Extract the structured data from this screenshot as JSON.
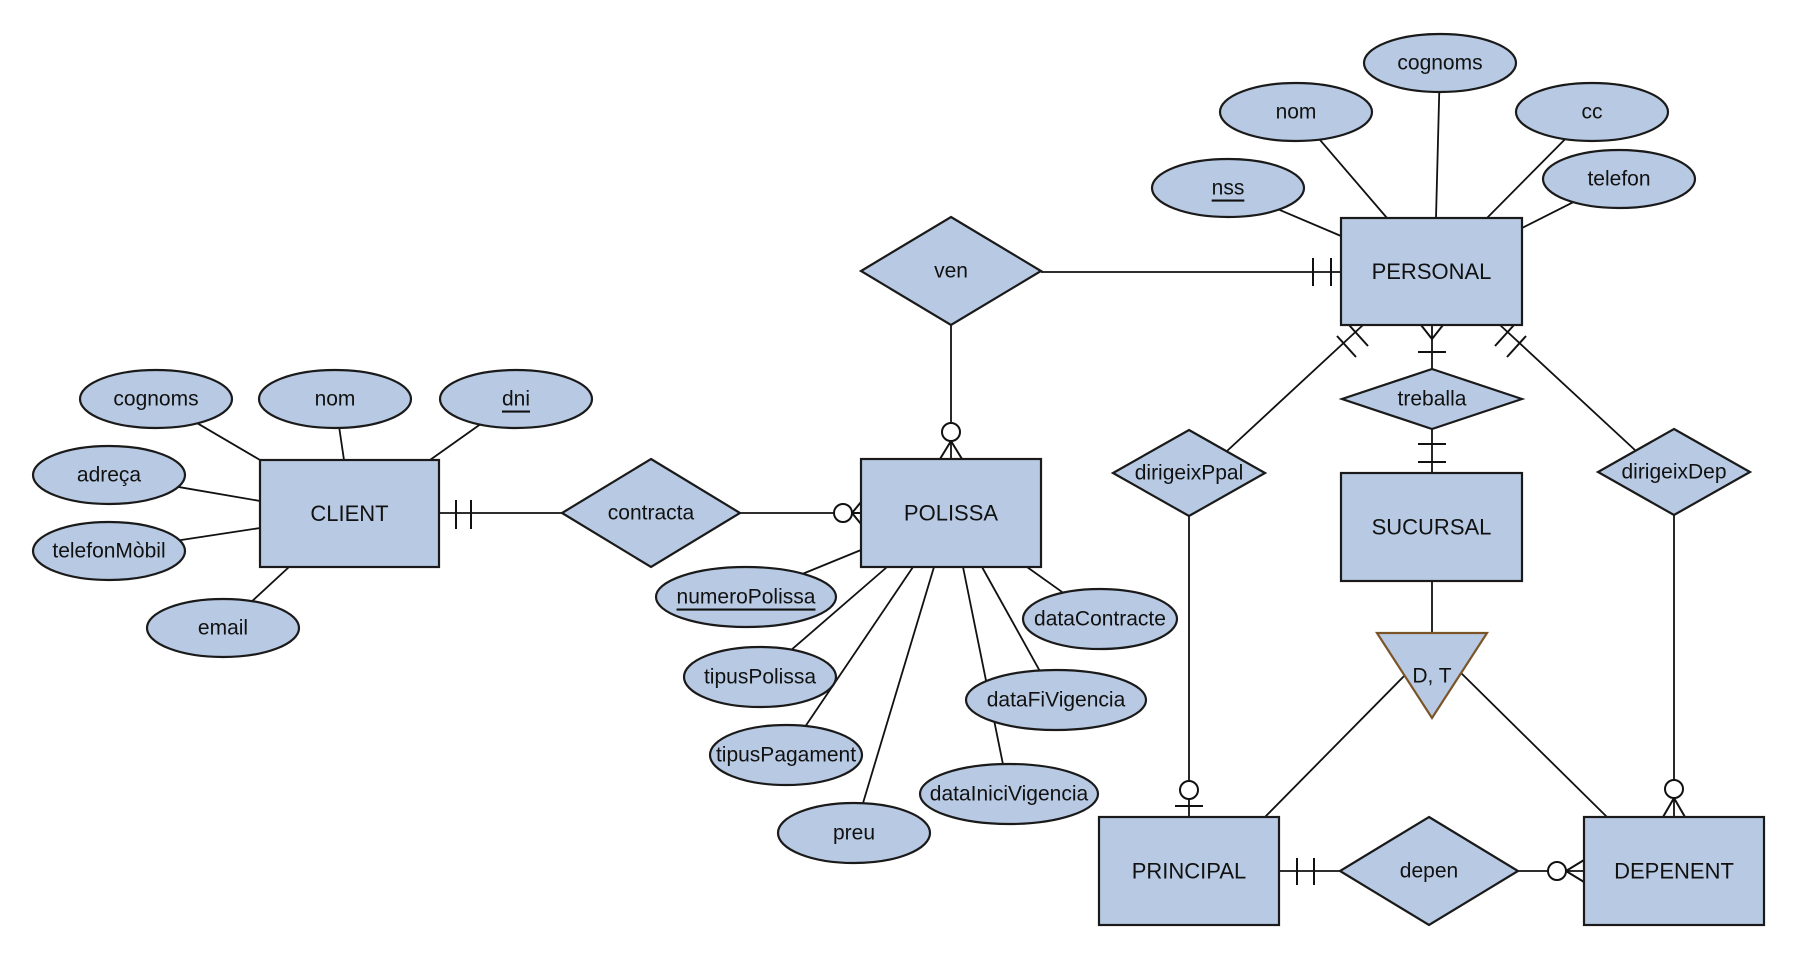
{
  "diagram": {
    "type": "entity-relationship",
    "colors": {
      "fill": "#b8cae3",
      "stroke": "#1a1a1a",
      "specialization_stroke": "#7b5428"
    },
    "entities": [
      {
        "id": "client",
        "label": "CLIENT"
      },
      {
        "id": "polissa",
        "label": "POLISSA"
      },
      {
        "id": "personal",
        "label": "PERSONAL"
      },
      {
        "id": "sucursal",
        "label": "SUCURSAL"
      },
      {
        "id": "principal",
        "label": "PRINCIPAL"
      },
      {
        "id": "depenent",
        "label": "DEPENENT"
      }
    ],
    "relationships": [
      {
        "id": "contracta",
        "label": "contracta",
        "from": "client",
        "from_card": "one-and-only-one",
        "to": "polissa",
        "to_card": "zero-or-many"
      },
      {
        "id": "ven",
        "label": "ven",
        "from": "personal",
        "from_card": "one-and-only-one",
        "to": "polissa",
        "to_card": "zero-or-many"
      },
      {
        "id": "treballa",
        "label": "treballa",
        "from": "personal",
        "from_card": "one-or-many",
        "to": "sucursal",
        "to_card": "one-and-only-one"
      },
      {
        "id": "dirigeixPpal",
        "label": "dirigeixPpal",
        "from": "personal",
        "from_card": "one-and-only-one",
        "to": "principal",
        "to_card": "zero-or-one"
      },
      {
        "id": "dirigeixDep",
        "label": "dirigeixDep",
        "from": "personal",
        "from_card": "one-and-only-one",
        "to": "depenent",
        "to_card": "zero-or-many"
      },
      {
        "id": "depen",
        "label": "depen",
        "from": "principal",
        "from_card": "one-and-only-one",
        "to": "depenent",
        "to_card": "zero-or-many"
      }
    ],
    "specialization": {
      "label": "D, T",
      "parent": "sucursal",
      "children": [
        "principal",
        "depenent"
      ]
    },
    "attributes": {
      "client": [
        {
          "label": "cognoms",
          "key": false
        },
        {
          "label": "nom",
          "key": false
        },
        {
          "label": "dni",
          "key": true
        },
        {
          "label": "adreça",
          "key": false
        },
        {
          "label": "telefonMòbil",
          "key": false
        },
        {
          "label": "email",
          "key": false
        }
      ],
      "polissa": [
        {
          "label": "numeroPolissa",
          "key": true
        },
        {
          "label": "tipusPolissa",
          "key": false
        },
        {
          "label": "tipusPagament",
          "key": false
        },
        {
          "label": "preu",
          "key": false
        },
        {
          "label": "dataIniciVigencia",
          "key": false
        },
        {
          "label": "dataFiVigencia",
          "key": false
        },
        {
          "label": "dataContracte",
          "key": false
        }
      ],
      "personal": [
        {
          "label": "nss",
          "key": true
        },
        {
          "label": "nom",
          "key": false
        },
        {
          "label": "cognoms",
          "key": false
        },
        {
          "label": "cc",
          "key": false
        },
        {
          "label": "telefon",
          "key": false
        }
      ]
    }
  }
}
